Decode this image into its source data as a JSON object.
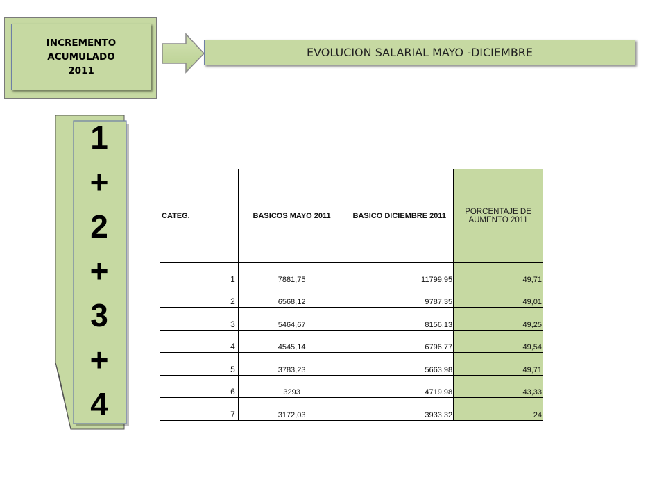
{
  "header": {
    "box_lines": [
      "INCREMENTO",
      "ACUMULADO",
      "2011"
    ],
    "title": "EVOLUCION SALARIAL MAYO -DICIEMBRE"
  },
  "formula": [
    "1",
    "+",
    "2",
    "+",
    "3",
    "+",
    "4"
  ],
  "table": {
    "columns": [
      "CATEG.",
      "BASICOS MAYO 2011",
      "BASICO DICIEMBRE 2011",
      "PORCENTAJE DE AUMENTO 2011"
    ],
    "rows": [
      {
        "categ": "1",
        "mayo": "7881,75",
        "diciembre": "11799,95",
        "porcentaje": "49,71"
      },
      {
        "categ": "2",
        "mayo": "6568,12",
        "diciembre": "9787,35",
        "porcentaje": "49,01"
      },
      {
        "categ": "3",
        "mayo": "5464,67",
        "diciembre": "8156,13",
        "porcentaje": "49,25"
      },
      {
        "categ": "4",
        "mayo": "4545,14",
        "diciembre": "6796,77",
        "porcentaje": "49,54"
      },
      {
        "categ": "5",
        "mayo": "3783,23",
        "diciembre": "5663,98",
        "porcentaje": "49,71"
      },
      {
        "categ": "6",
        "mayo": "3293",
        "diciembre": "4719,98",
        "porcentaje": "43,33"
      },
      {
        "categ": "7",
        "mayo": "3172,03",
        "diciembre": "3933,32",
        "porcentaje": "24"
      }
    ]
  },
  "colors": {
    "green_fill": "#c6d9a2",
    "border_blue": "#6e7fa6"
  },
  "icons": [
    "right-arrow-icon",
    "folded-page-icon"
  ]
}
